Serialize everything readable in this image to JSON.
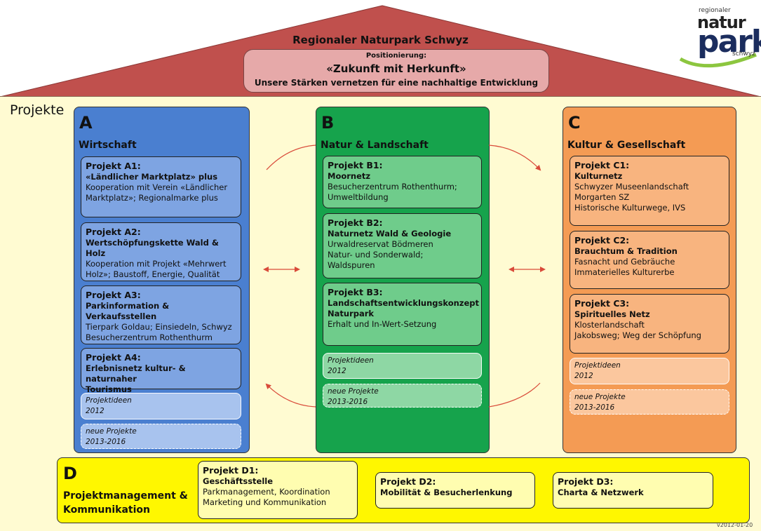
{
  "header": {
    "title": "Regionaler Naturpark Schwyz",
    "positioning_label": "Positionierung:",
    "motto": "«Zukunft mit Herkunft»",
    "subline": "Unsere Stärken vernetzen für eine nachhaltige Entwicklung"
  },
  "logo": {
    "line1": "regionaler",
    "line2": "natur",
    "line3": "park",
    "line4": "schwyz"
  },
  "section_label": "Projekte",
  "colors": {
    "roof": "#c0504d",
    "col_a": "#4a7fd0",
    "col_b": "#16a34c",
    "col_c": "#f49b54",
    "row_d": "#fff700",
    "arrow": "#d94b3a"
  },
  "columns": {
    "a": {
      "letter": "A",
      "name": "Wirtschaft",
      "projects": [
        {
          "title": "Projekt A1:",
          "subtitle": "«Ländlicher Marktplatz» plus",
          "desc": "Kooperation mit Verein «Ländlicher\nMarktplatz»; Regionalmarke plus"
        },
        {
          "title": "Projekt A2:",
          "subtitle": "Wertschöpfungskette Wald & Holz",
          "desc": "Kooperation mit Projekt «Mehrwert\nHolz»; Baustoff, Energie, Qualität"
        },
        {
          "title": "Projekt A3:",
          "subtitle": "Parkinformation & Verkaufsstellen",
          "desc": "Tierpark Goldau; Einsiedeln, Schwyz\nBesucherzentrum Rothenthurm"
        },
        {
          "title": "Projekt A4:",
          "subtitle": "Erlebnisnetz kultur- & naturnaher\nTourismus",
          "desc": ""
        }
      ],
      "ideas": "Projektideen\n2012",
      "new_projects": "neue Projekte\n2013-2016"
    },
    "b": {
      "letter": "B",
      "name": "Natur & Landschaft",
      "projects": [
        {
          "title": "Projekt B1:",
          "subtitle": "Moornetz",
          "desc": "Besucherzentrum Rothenthurm;\nUmweltbildung"
        },
        {
          "title": "Projekt B2:",
          "subtitle": "Naturnetz Wald & Geologie",
          "desc": "Urwaldreservat Bödmeren\nNatur- und Sonderwald;\nWaldspuren"
        },
        {
          "title": "Projekt B3:",
          "subtitle": "Landschaftsentwicklungskonzept\nNaturpark",
          "desc": "Erhalt und In-Wert-Setzung"
        }
      ],
      "ideas": "Projektideen\n2012",
      "new_projects": "neue Projekte\n2013-2016"
    },
    "c": {
      "letter": "C",
      "name": "Kultur & Gesellschaft",
      "projects": [
        {
          "title": "Projekt C1:",
          "subtitle": "Kulturnetz",
          "desc": "Schwyzer Museenlandschaft\nMorgarten SZ\nHistorische Kulturwege, IVS"
        },
        {
          "title": "Projekt C2:",
          "subtitle": "Brauchtum & Tradition",
          "desc": "Fasnacht und Gebräuche\nImmaterielles Kulturerbe"
        },
        {
          "title": "Projekt C3:",
          "subtitle": "Spirituelles Netz",
          "desc": "Klosterlandschaft\nJakobsweg; Weg der Schöpfung"
        }
      ],
      "ideas": "Projektideen\n2012",
      "new_projects": "neue Projekte\n2013-2016"
    }
  },
  "row_d": {
    "letter": "D",
    "name": "Projektmanagement &\nKommunikation",
    "projects": [
      {
        "title": "Projekt D1:",
        "subtitle": "Geschäftsstelle",
        "desc": "Parkmanagement, Koordination\nMarketing und Kommunikation"
      },
      {
        "title": "Projekt D2:",
        "subtitle": "Mobilität & Besucherlenkung",
        "desc": ""
      },
      {
        "title": "Projekt D3:",
        "subtitle": "Charta & Netzwerk",
        "desc": ""
      }
    ]
  },
  "version": "v2012-01-20"
}
